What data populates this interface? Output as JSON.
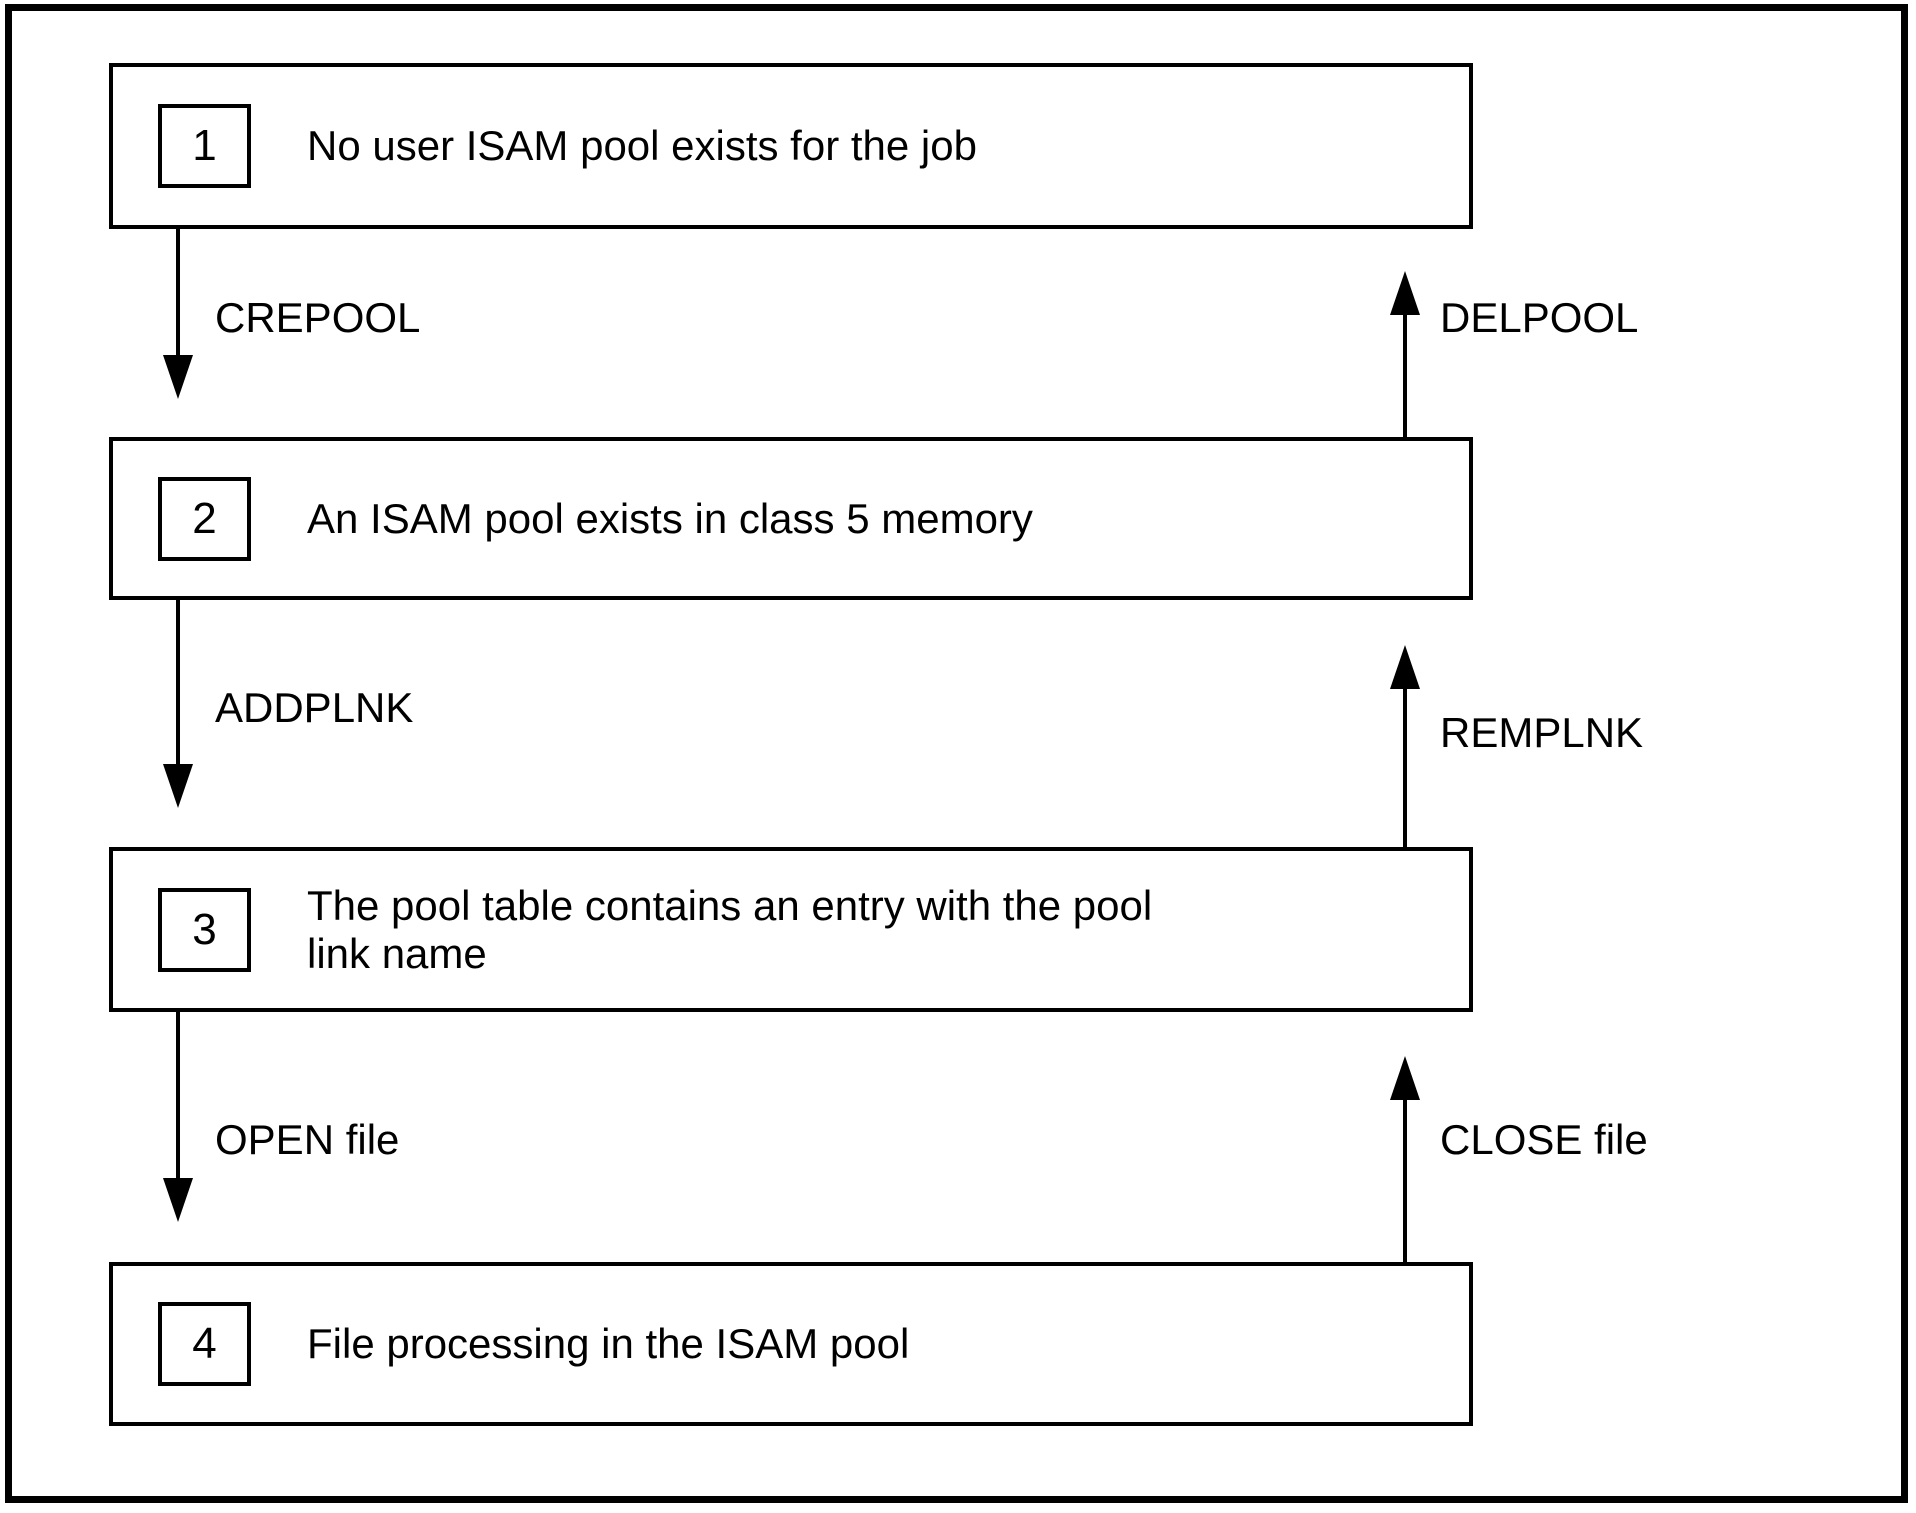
{
  "diagram": {
    "description": "ISAM pool state diagram with four numbered states and macro transitions",
    "colors": {
      "line": "#000000",
      "background": "#ffffff"
    },
    "states": [
      {
        "number": "1",
        "text": "No user ISAM pool exists for the job"
      },
      {
        "number": "2",
        "text": "An ISAM pool exists in class 5 memory"
      },
      {
        "number": "3",
        "text": "The pool table contains an entry with the pool\nlink name"
      },
      {
        "number": "4",
        "text": "File processing in the ISAM pool"
      }
    ],
    "transitions": [
      {
        "down": "CREPOOL",
        "up": "DELPOOL"
      },
      {
        "down": "ADDPLNK",
        "up": "REMPLNK"
      },
      {
        "down": "OPEN file",
        "up": "CLOSE file"
      }
    ]
  }
}
